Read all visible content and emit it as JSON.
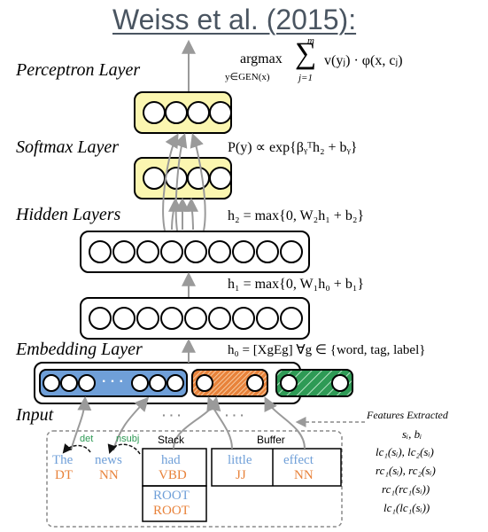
{
  "title": "Weiss et al. (2015):",
  "layers": {
    "perceptron": "Perceptron Layer",
    "softmax": "Softmax Layer",
    "hidden": "Hidden Layers",
    "embedding": "Embedding Layer",
    "input": "Input"
  },
  "equations": {
    "perceptron_arg": "argmax",
    "perceptron_sub": "y∈GEN(x)",
    "perceptron_sum_top": "m",
    "perceptron_sum_bottom": "j=1",
    "perceptron_body": "v(yⱼ) · φ(x, cⱼ)",
    "softmax": "P(y) ∝ exp{βᵧᵀh₂ + bᵧ}",
    "hidden2": "h₂ = max{0, W₂h₁ + b₂}",
    "hidden1": "h₁ = max{0, W₁h₀ + b₁}",
    "embedding": "h₀ = [XgEg] ∀g ∈ {word, tag, label}"
  },
  "embedding_dots": "· · ·",
  "input_dots": [
    "· · ·",
    "· · ·"
  ],
  "arcs": {
    "det": "det",
    "nsubj": "nsubj"
  },
  "stack_label": "Stack",
  "buffer_label": "Buffer",
  "tokens": [
    {
      "word": "The",
      "tag": "DT"
    },
    {
      "word": "news",
      "tag": "NN"
    },
    {
      "word": "had",
      "tag": "VBD"
    },
    {
      "word": "ROOT",
      "tag": "ROOT"
    },
    {
      "word": "little",
      "tag": "JJ"
    },
    {
      "word": "effect",
      "tag": "NN"
    }
  ],
  "features": {
    "header": "Features Extracted",
    "lines": [
      "sᵢ, bᵢ",
      "lc₁(sᵢ), lc₂(sᵢ)",
      "rc₁(sᵢ), rc₂(sᵢ)",
      "rc₁(rc₁(sᵢ))",
      "lc₁(lc₁(sᵢ))"
    ]
  },
  "colors": {
    "title": "#4a5561",
    "yellow_layer": "#fbf6b0",
    "blue_embed": "#6f9fd8",
    "orange_embed": "#e8823a",
    "green_embed": "#2e9a55",
    "arrow": "#9a9a9a"
  }
}
